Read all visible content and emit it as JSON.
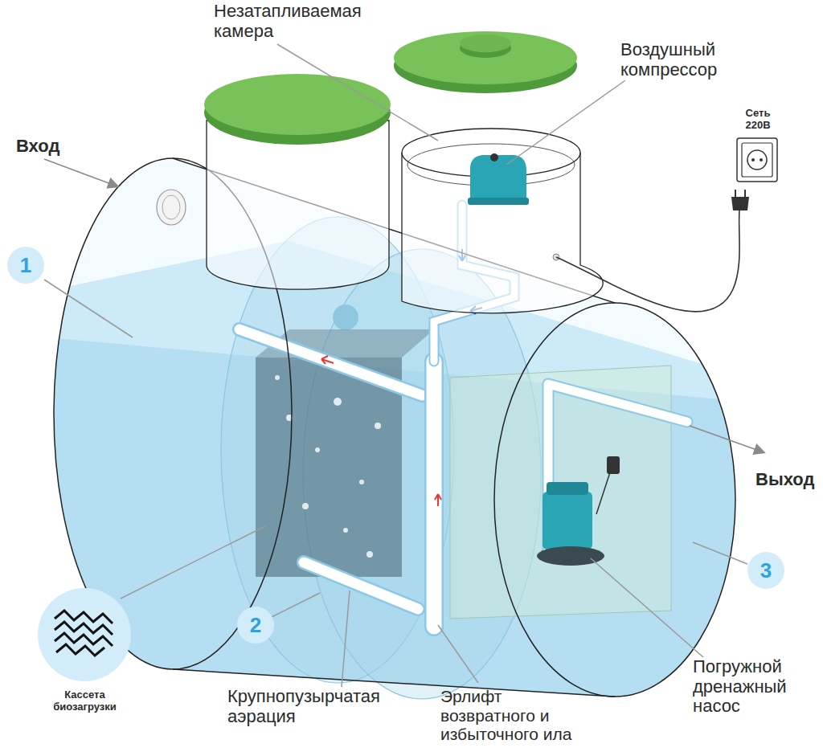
{
  "diagram": {
    "labels": [
      "Незатапливаемая камера",
      "Воздушный компрессор",
      "Сеть 220В",
      "Вход",
      "1",
      "Выход",
      "2",
      "3",
      "Кассета биозагрузки",
      "Крупнопузырчатая аэрация",
      "Эрлифт возвратного и избыточного ила",
      "Погружной дренажный насос"
    ]
  }
}
